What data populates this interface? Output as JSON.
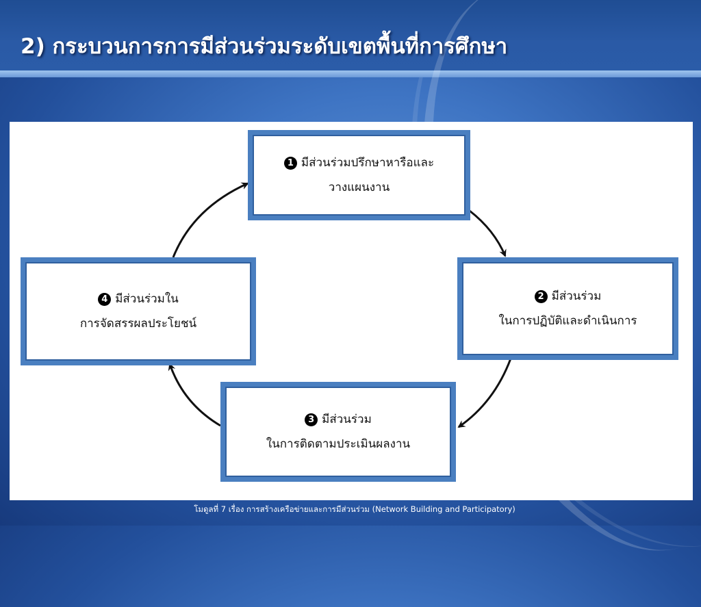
{
  "slide": {
    "title": "2) กระบวนการการมีส่วนร่วมระดับเขตพื้นที่การศึกษา",
    "footer": "โมดูลที่ 7 เรื่อง การสร้างเครือข่ายและการมีส่วนร่วม (Network Building and Participatory)"
  },
  "steps": [
    {
      "number": "1",
      "line1": "มีส่วนร่วมปรึกษาหารือและ",
      "line2": "วางแผนงาน"
    },
    {
      "number": "2",
      "line1": "มีส่วนร่วม",
      "line2": "ในการปฏิบัติและดำเนินการ"
    },
    {
      "number": "3",
      "line1": "มีส่วนร่วม",
      "line2": "ในการติดตามประเมินผลงาน"
    },
    {
      "number": "4",
      "line1": "มีส่วนร่วมใน",
      "line2": "การจัดสรรผลประโยชน์"
    }
  ],
  "colors": {
    "box_border": "#4a7fc0",
    "arrow": "#111111"
  }
}
